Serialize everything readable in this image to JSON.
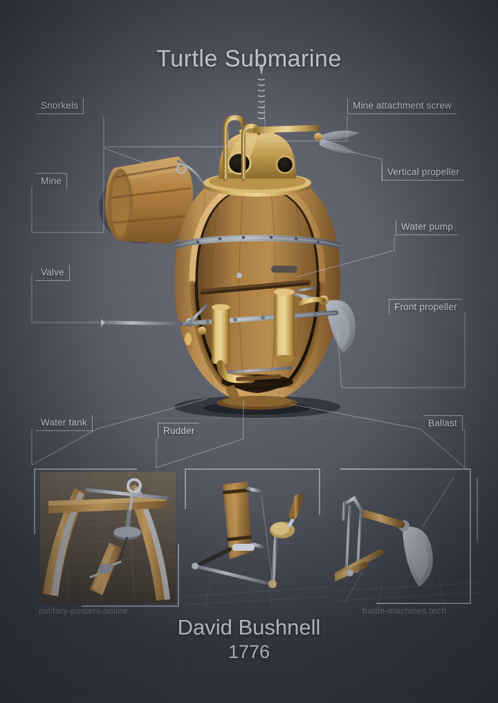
{
  "poster": {
    "title": "Turtle Submarine",
    "author": "David Bushnell",
    "year": "1776",
    "background_color": "#5e6069",
    "accent_color": "#c7cedb",
    "wood_color": "#b88a4e",
    "brass_color": "#c9a24a",
    "metal_color": "#9aa0aa"
  },
  "callouts": [
    {
      "id": "snorkels",
      "label": "Snorkels"
    },
    {
      "id": "mine-screw",
      "label": "Mine attachment screw"
    },
    {
      "id": "vertical-prop",
      "label": "Vertical propeller"
    },
    {
      "id": "mine",
      "label": "Mine"
    },
    {
      "id": "water-pump",
      "label": "Water pump"
    },
    {
      "id": "valve",
      "label": "Valve"
    },
    {
      "id": "front-prop",
      "label": "Front propeller"
    },
    {
      "id": "water-tank",
      "label": "Water tank"
    },
    {
      "id": "rudder",
      "label": "Rudder"
    },
    {
      "id": "ballast",
      "label": "Ballast"
    }
  ],
  "insets": [
    {
      "id": "inset-interior",
      "caption": "military-posters.online"
    },
    {
      "id": "inset-rudder",
      "caption": ""
    },
    {
      "id": "inset-propeller",
      "caption": "battle-machines.tech"
    }
  ],
  "watermarks": {
    "left": "military-posters.online",
    "right": "battle-machines.tech"
  }
}
